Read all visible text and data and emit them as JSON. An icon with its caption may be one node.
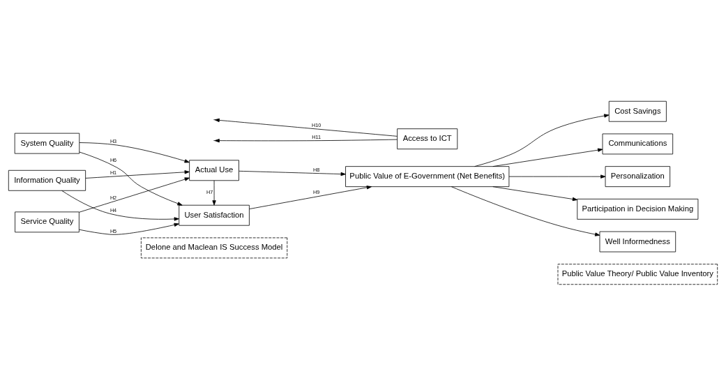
{
  "diagram": {
    "nodes": [
      {
        "text": [
          "Delone and Maclean IS Success Model"
        ]
      },
      {
        "text": [
          "Public Value Theory/ Public Value Inventory"
        ]
      },
      {
        "text": [
          "Information Quality"
        ]
      },
      {
        "text": [
          "System Quality"
        ]
      },
      {
        "text": [
          "Service Quality"
        ]
      },
      {
        "text": [
          "Actual Use"
        ]
      },
      {
        "text": [
          "User Satisfaction"
        ]
      },
      {
        "text": [
          "Public Value of E-Government (Net Benefits)"
        ]
      },
      {
        "text": [
          "Access to ICT"
        ]
      },
      {
        "text": [
          "Cost Savings"
        ]
      },
      {
        "text": [
          "Communications"
        ]
      },
      {
        "text": [
          "Personalization"
        ]
      },
      {
        "text": [
          "Participation in Decision Making"
        ]
      },
      {
        "text": [
          "Well Informedness"
        ]
      }
    ],
    "edges": [
      {
        "from": 2,
        "to": 5,
        "arrow": "to",
        "label": "H1"
      },
      {
        "from": 2,
        "to": 6,
        "arrow": "to",
        "label": "H4"
      },
      {
        "from": 3,
        "to": 5,
        "arrow": "to",
        "label": "H3"
      },
      {
        "from": 3,
        "to": 6,
        "arrow": "to",
        "label": "H6"
      },
      {
        "from": 4,
        "to": 5,
        "arrow": "to",
        "label": "H2"
      },
      {
        "from": 4,
        "to": 6,
        "arrow": "to",
        "label": "H5"
      },
      {
        "from": 5,
        "to": 6,
        "arrow": "to",
        "label": "H7"
      },
      {
        "from": 5,
        "to": 7,
        "arrow": "to",
        "label": "H8"
      },
      {
        "from": 6,
        "to": 7,
        "arrow": "to",
        "label": "H9"
      },
      {
        "from": 8,
        "to": null,
        "arrow": "to",
        "label": "H10"
      },
      {
        "from": 8,
        "to": null,
        "arrow": "to",
        "label": "H11"
      },
      {
        "from": 7,
        "to": 9,
        "arrow": "to"
      },
      {
        "from": 7,
        "to": 10,
        "arrow": "to"
      },
      {
        "from": 7,
        "to": 11,
        "arrow": "to"
      },
      {
        "from": 7,
        "to": 12,
        "arrow": "to"
      },
      {
        "from": 7,
        "to": 13,
        "arrow": "to"
      }
    ]
  }
}
